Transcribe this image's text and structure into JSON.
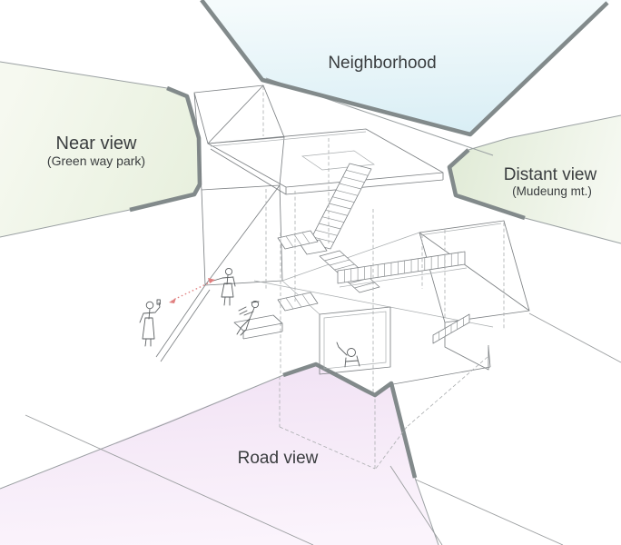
{
  "labels": {
    "neighborhood": "Neighborhood",
    "near_view_title": "Near view",
    "near_view_subtitle": "(Green way park)",
    "distant_view_title": "Distant view",
    "distant_view_subtitle": "(Mudeung mt.)",
    "road_view": "Road view"
  },
  "colors": {
    "neighborhood_fill": "#d9eef5",
    "neighborhood_fill_light": "#f5fbfc",
    "near_view_fill": "#e8f0de",
    "near_view_fill_light": "#f6f9f0",
    "distant_view_fill": "#e1ebd7",
    "distant_view_fill_light": "#f6f9f2",
    "road_view_fill": "#f1e2f4",
    "road_view_fill_light": "#fbf4fc",
    "cone_border": "#828a8b",
    "sketch_line": "#7d8184",
    "sight_line": "#e07f7f",
    "text": "#3a3d3f"
  },
  "scene": {
    "type": "architectural axonometric view-cone diagram",
    "view_cones": [
      "Neighborhood",
      "Near view (Green way park)",
      "Distant view (Mudeung mt.)",
      "Road view"
    ],
    "figures": [
      {
        "name": "person-taking-photo",
        "pose": "standing at left, holding camera up"
      },
      {
        "name": "person-pointing",
        "pose": "standing at entrance, arm extended toward photographer"
      },
      {
        "name": "person-sitting",
        "pose": "seated on bench reading"
      },
      {
        "name": "person-waving-from-window",
        "pose": "waving from lower window"
      }
    ],
    "sight_line": "red dotted double-headed arrow between photographer and pointing person"
  }
}
